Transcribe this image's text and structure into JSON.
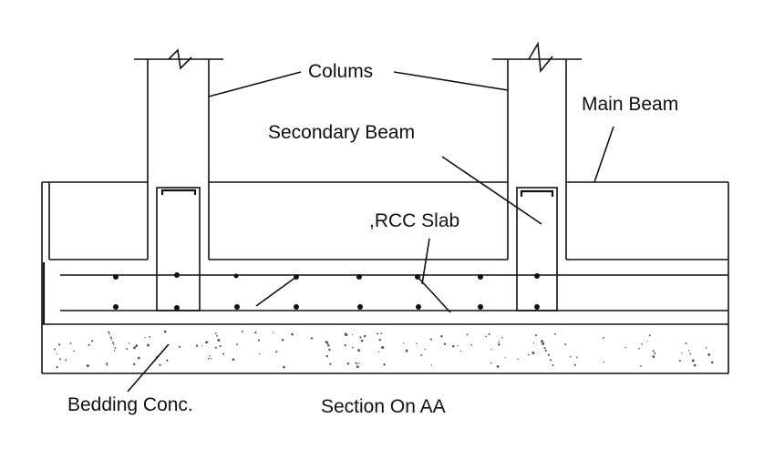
{
  "labels": {
    "columns": "Colums",
    "main_beam": "Main Beam",
    "secondary_beam": "Secondary Beam",
    "rcc_slab": ",RCC Slab",
    "bedding": "Bedding Conc.",
    "section": "Section On AA"
  }
}
